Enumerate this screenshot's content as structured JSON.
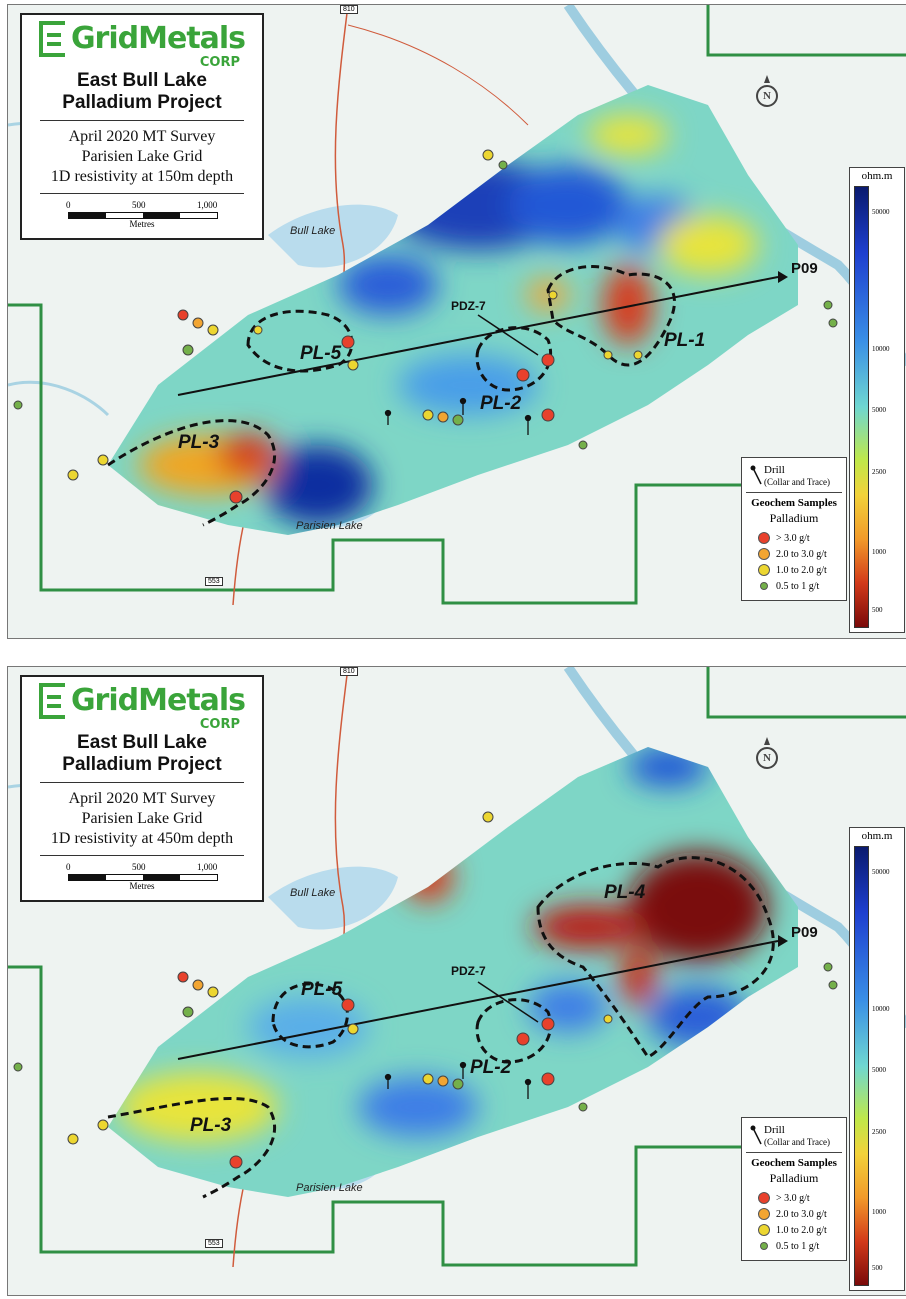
{
  "logo": {
    "name": "GridMetals",
    "suffix": "CORP"
  },
  "project": {
    "line1": "East Bull Lake",
    "line2": "Palladium Project"
  },
  "scale": {
    "t0": "0",
    "t1": "500",
    "t2": "1,000",
    "unit": "Metres"
  },
  "colorbar": {
    "title": "ohm.m",
    "ticks": [
      "50000",
      "10000",
      "5000",
      "2500",
      "1000",
      "500"
    ]
  },
  "legend": {
    "drill": "Drill",
    "drill_sub": "(Collar and Trace)",
    "geochem": "Geochem Samples",
    "element": "Palladium",
    "classes": [
      {
        "label": "> 3.0 g/t",
        "color": "#e8412c"
      },
      {
        "label": "2.0 to 3.0 g/t",
        "color": "#f2a532"
      },
      {
        "label": "1.0 to 2.0 g/t",
        "color": "#ecd631"
      },
      {
        "label": "0.5 to 1 g/t",
        "color": "#74b04a"
      }
    ]
  },
  "places": {
    "bull_lake": "Bull Lake",
    "parisien_lake": "Parisien Lake",
    "hwy_810": "810",
    "hwy_553": "553",
    "north": "N",
    "line": "P09",
    "pdz": "PDZ-7"
  },
  "panels": [
    {
      "survey": "April 2020 MT Survey",
      "grid": "Parisien Lake Grid",
      "depth": "1D resistivity at 150m depth",
      "zones": [
        "PL-1",
        "PL-2",
        "PL-3",
        "PL-5"
      ]
    },
    {
      "survey": "April 2020 MT Survey",
      "grid": "Parisien Lake Grid",
      "depth": "1D resistivity at 450m depth",
      "zones": [
        "PL-2",
        "PL-3",
        "PL-4",
        "PL-5"
      ]
    }
  ]
}
